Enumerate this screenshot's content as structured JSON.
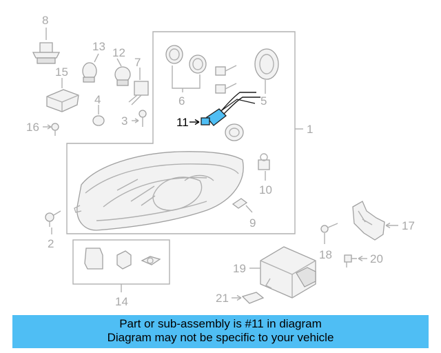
{
  "callouts": {
    "n1": "1",
    "n2": "2",
    "n3": "3",
    "n4": "4",
    "n5": "5",
    "n6": "6",
    "n7": "7",
    "n8": "8",
    "n9": "9",
    "n10": "10",
    "n11": "11",
    "n12": "12",
    "n13": "13",
    "n14": "14",
    "n15": "15",
    "n16": "16",
    "n17": "17",
    "n18": "18",
    "n19": "19",
    "n20": "20",
    "n21": "21"
  },
  "highlight": {
    "part": "11",
    "color": "#4fbef4"
  },
  "banner": {
    "line1": "Part or sub-assembly is #11 in diagram",
    "line2": "Diagram may not be specific to your vehicle",
    "color": "#4fbef4"
  }
}
